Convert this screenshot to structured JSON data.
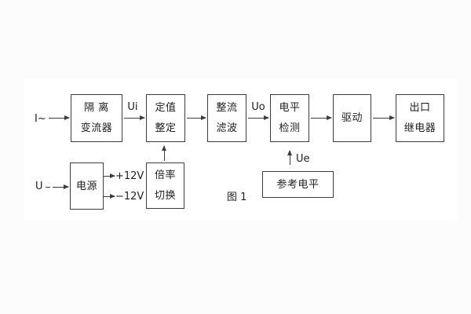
{
  "figure": {
    "caption": "图 1",
    "blocks": {
      "isolation": {
        "line1": "隔 离",
        "line2": "变流器"
      },
      "setpoint": {
        "line1": "定值",
        "line2": "整定"
      },
      "rectify_filter": {
        "line1": "整流",
        "line2": "滤波"
      },
      "level_detect": {
        "line1": "电平",
        "line2": "检测"
      },
      "drive": {
        "line1": "驱动"
      },
      "output_relay": {
        "line1": "出口",
        "line2": "继电器"
      },
      "power": {
        "line1": "电源"
      },
      "ratio_switch": {
        "line1": "倍率",
        "line2": "切换"
      },
      "reference_level": {
        "line1": "参考电平"
      }
    },
    "labels": {
      "input_current": "I~",
      "input_voltage": "U",
      "ui": "Ui",
      "uo": "Uo",
      "ue": "Ue",
      "plus_12v": "+12V",
      "minus_12v": "−12V"
    },
    "colors": {
      "line": "#3d3d3d",
      "text": "#1e1e1e",
      "background": "#fcfcfc",
      "panel": "#ffffff"
    }
  }
}
